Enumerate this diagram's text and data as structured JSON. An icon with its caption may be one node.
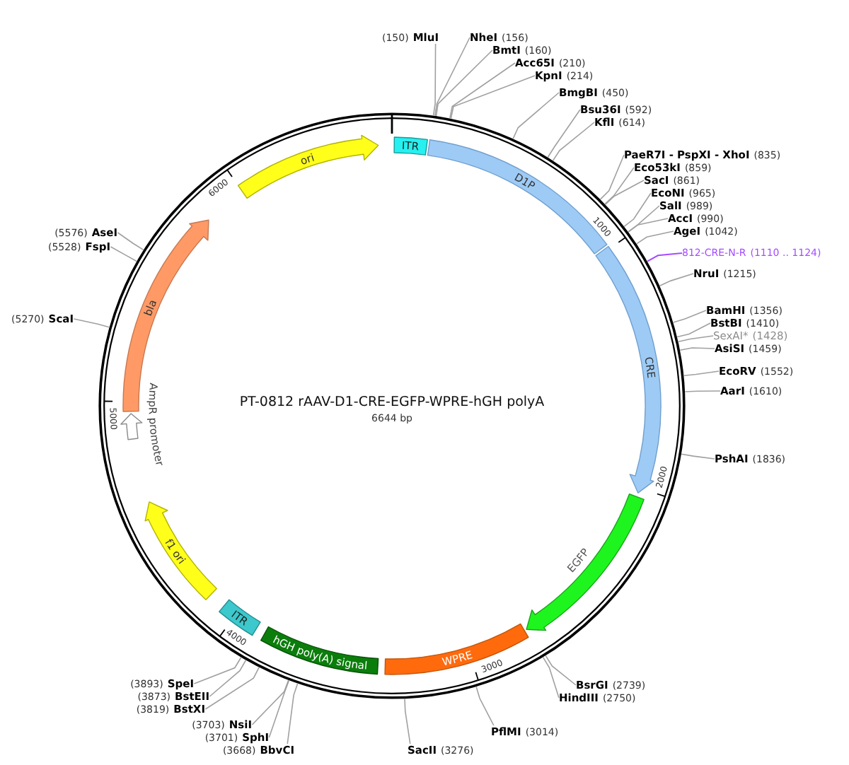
{
  "diagram": {
    "title": "PT-0812 rAAV-D1-CRE-EGFP-WPRE-hGH polyA",
    "nodes": [
      {
        "text": [
          "ITR"
        ]
      },
      {
        "text": [
          "D1P"
        ]
      },
      {
        "text": [
          "CRE"
        ]
      },
      {
        "text": [
          "EGFP"
        ]
      },
      {
        "text": [
          "WPRE"
        ]
      },
      {
        "text": [
          "hGH poly(A) signal"
        ]
      },
      {
        "text": [
          "ITR"
        ]
      },
      {
        "text": [
          "f1 ori"
        ]
      },
      {
        "text": [
          "AmpR promoter"
        ]
      },
      {
        "text": [
          "bla"
        ]
      },
      {
        "text": [
          "ori"
        ]
      },
      {
        "text": [
          "(150)",
          "MluI"
        ]
      },
      {
        "text": [
          "NheI",
          "(156)"
        ]
      },
      {
        "text": [
          "BmtI",
          "(160)"
        ]
      },
      {
        "text": [
          "Acc65I",
          "(210)"
        ]
      },
      {
        "text": [
          "KpnI",
          "(214)"
        ]
      },
      {
        "text": [
          "BmgBI",
          "(450)"
        ]
      },
      {
        "text": [
          "Bsu36I",
          "(592)"
        ]
      },
      {
        "text": [
          "KflI",
          "(614)"
        ]
      },
      {
        "text": [
          "PaeR7I - PspXI - XhoI",
          "(835)"
        ]
      },
      {
        "text": [
          "Eco53kI",
          "(859)"
        ]
      },
      {
        "text": [
          "SacI",
          "(861)"
        ]
      },
      {
        "text": [
          "EcoNI",
          "(965)"
        ]
      },
      {
        "text": [
          "SalI",
          "(989)"
        ]
      },
      {
        "text": [
          "AccI",
          "(990)"
        ]
      },
      {
        "text": [
          "AgeI",
          "(1042)"
        ]
      },
      {
        "text": [
          "812-CRE-N-R",
          "(1110 .. 1124)"
        ]
      },
      {
        "text": [
          "NruI",
          "(1215)"
        ]
      },
      {
        "text": [
          "BamHI",
          "(1356)"
        ]
      },
      {
        "text": [
          "BstBI",
          "(1410)"
        ]
      },
      {
        "text": [
          "SexAI*",
          "(1428)"
        ]
      },
      {
        "text": [
          "AsiSI",
          "(1459)"
        ]
      },
      {
        "text": [
          "EcoRV",
          "(1552)"
        ]
      },
      {
        "text": [
          "AarI",
          "(1610)"
        ]
      },
      {
        "text": [
          "PshAI",
          "(1836)"
        ]
      },
      {
        "text": [
          "BsrGI",
          "(2739)"
        ]
      },
      {
        "text": [
          "HindIII",
          "(2750)"
        ]
      },
      {
        "text": [
          "PflMI",
          "(3014)"
        ]
      },
      {
        "text": [
          "SacII",
          "(3276)"
        ]
      },
      {
        "text": [
          "(3668)",
          "BbvCI"
        ]
      },
      {
        "text": [
          "(3701)",
          "SphI"
        ]
      },
      {
        "text": [
          "(3703)",
          "NsiI"
        ]
      },
      {
        "text": [
          "(3819)",
          "BstXI"
        ]
      },
      {
        "text": [
          "(3873)",
          "BstEII"
        ]
      },
      {
        "text": [
          "(3893)",
          "SpeI"
        ]
      },
      {
        "text": [
          "(5270)",
          "ScaI"
        ]
      },
      {
        "text": [
          "(5528)",
          "FspI"
        ]
      },
      {
        "text": [
          "(5576)",
          "AseI"
        ]
      }
    ],
    "edges": [
      {
        "from": 11,
        "to": null,
        "arrow": "none"
      },
      {
        "from": 12,
        "to": null,
        "arrow": "none"
      },
      {
        "from": 13,
        "to": null,
        "arrow": "none"
      },
      {
        "from": 14,
        "to": null,
        "arrow": "none"
      },
      {
        "from": 15,
        "to": null,
        "arrow": "none"
      },
      {
        "from": 16,
        "to": null,
        "arrow": "none"
      },
      {
        "from": 17,
        "to": null,
        "arrow": "none"
      },
      {
        "from": 18,
        "to": null,
        "arrow": "none"
      },
      {
        "from": 19,
        "to": null,
        "arrow": "none"
      },
      {
        "from": 20,
        "to": null,
        "arrow": "none"
      },
      {
        "from": 21,
        "to": null,
        "arrow": "none"
      },
      {
        "from": 22,
        "to": null,
        "arrow": "none"
      },
      {
        "from": 23,
        "to": null,
        "arrow": "none"
      },
      {
        "from": 24,
        "to": null,
        "arrow": "none"
      },
      {
        "from": 25,
        "to": null,
        "arrow": "none"
      },
      {
        "from": 26,
        "to": null,
        "arrow": "none",
        "color": "#a64dff"
      },
      {
        "from": 27,
        "to": null,
        "arrow": "none"
      },
      {
        "from": 28,
        "to": null,
        "arrow": "none"
      },
      {
        "from": 29,
        "to": null,
        "arrow": "none"
      },
      {
        "from": 30,
        "to": null,
        "arrow": "none"
      },
      {
        "from": 31,
        "to": null,
        "arrow": "none"
      },
      {
        "from": 32,
        "to": null,
        "arrow": "none"
      },
      {
        "from": 33,
        "to": null,
        "arrow": "none"
      },
      {
        "from": 34,
        "to": null,
        "arrow": "none"
      },
      {
        "from": 35,
        "to": null,
        "arrow": "none"
      },
      {
        "from": 36,
        "to": null,
        "arrow": "none"
      },
      {
        "from": 37,
        "to": null,
        "arrow": "none"
      },
      {
        "from": 38,
        "to": null,
        "arrow": "none"
      },
      {
        "from": 39,
        "to": null,
        "arrow": "none"
      },
      {
        "from": 40,
        "to": null,
        "arrow": "none"
      },
      {
        "from": 41,
        "to": null,
        "arrow": "none"
      },
      {
        "from": 42,
        "to": null,
        "arrow": "none"
      },
      {
        "from": 43,
        "to": null,
        "arrow": "none"
      },
      {
        "from": 44,
        "to": null,
        "arrow": "none"
      },
      {
        "from": 45,
        "to": null,
        "arrow": "none"
      },
      {
        "from": 46,
        "to": null,
        "arrow": "none"
      },
      {
        "from": 47,
        "to": null,
        "arrow": "none"
      }
    ],
    "labels": [
      "6644 bp",
      "1000",
      "2000",
      "3000",
      "4000",
      "5000",
      "6000"
    ]
  }
}
